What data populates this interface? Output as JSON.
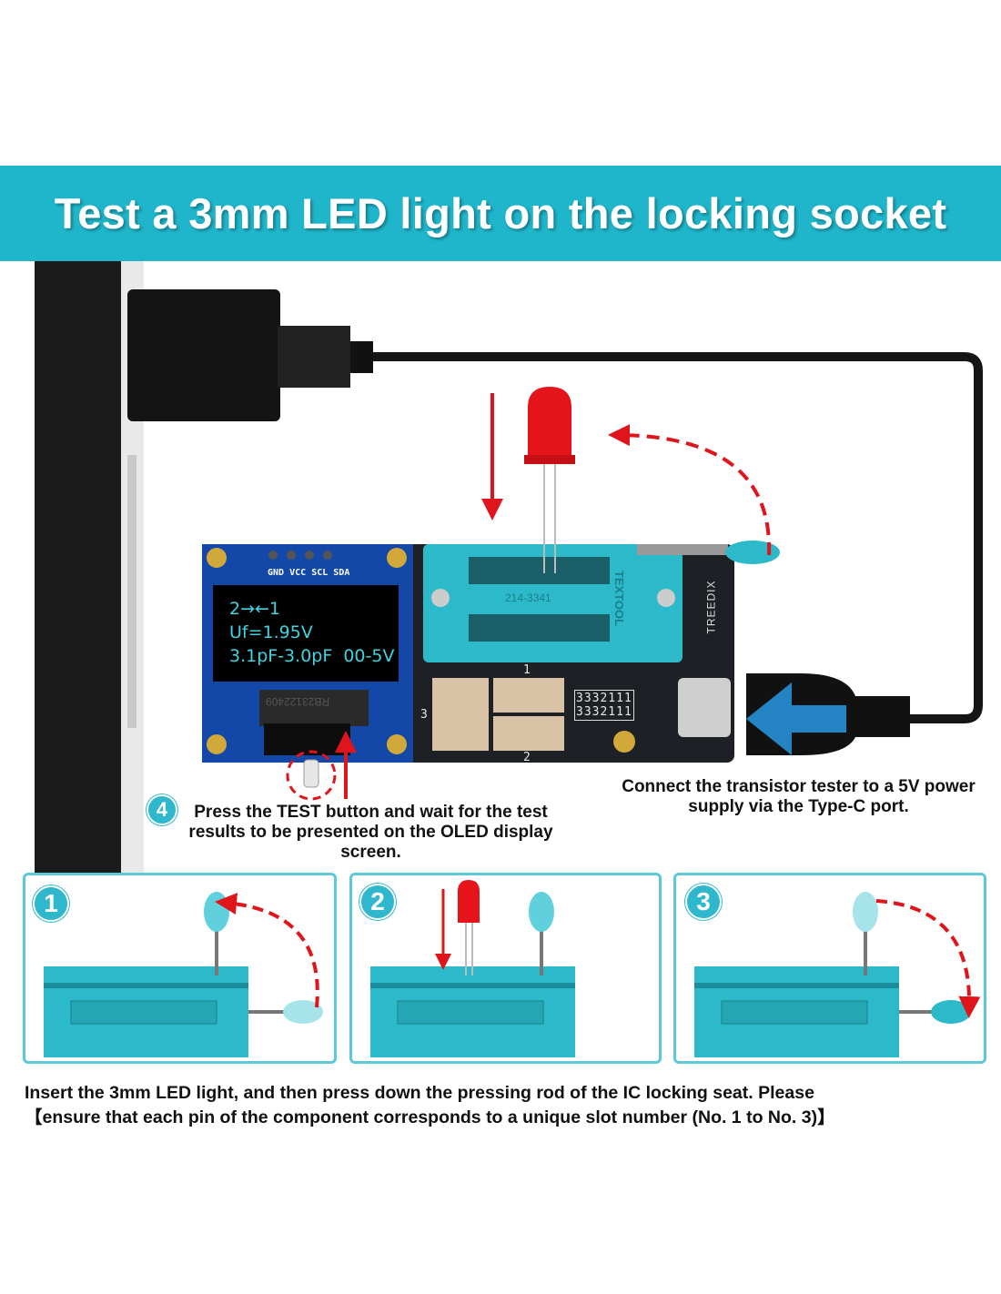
{
  "banner": {
    "title": "Test a 3mm LED light on the locking socket"
  },
  "board": {
    "pin_labels": [
      "GND",
      "VCC",
      "SCL",
      "SDA"
    ],
    "oled_lines": [
      "2→←1",
      "Uf=1.95V",
      "3.1pF-3.0pF  00-5V"
    ],
    "socket_label": "214-3341",
    "socket_brand": "TEXTOOL",
    "brand": "TREEDIX",
    "slot_labels": [
      "1",
      "2",
      "3"
    ],
    "pin_map_rows": [
      "3332111",
      "3332111"
    ],
    "display_code": "RB23122409"
  },
  "captions": {
    "typec": "Connect the transistor tester to a 5V power supply via the Type-C port.",
    "step4_number": "4",
    "step4": "Press the TEST button and wait for the test results to be presented on the OLED display screen."
  },
  "steps": [
    {
      "number": "1"
    },
    {
      "number": "2"
    },
    {
      "number": "3"
    }
  ],
  "footer": {
    "line1": "Insert the 3mm LED light, and then press down the pressing rod of the IC locking seat. Please",
    "line2": "【ensure that each pin of the component corresponds to a unique slot number (No. 1 to No. 3)】"
  },
  "colors": {
    "accent": "#1fb6cb",
    "arrow": "#e0141b",
    "socket": "#2cb9c9",
    "board": "#1d2126"
  }
}
